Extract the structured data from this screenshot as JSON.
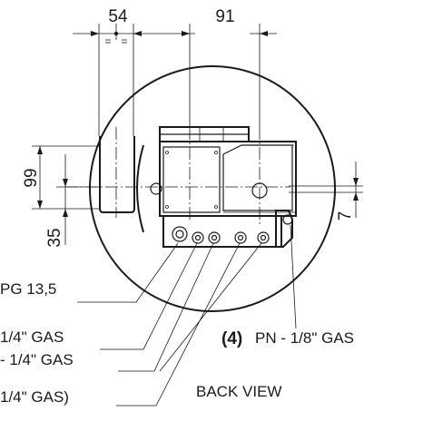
{
  "dimensions": {
    "top_left": "54",
    "top_right": "91",
    "left_upper": "99",
    "left_lower": "35",
    "right_small": "7"
  },
  "labels": {
    "pg": "PG 13,5",
    "gas1": "1/4\" GAS",
    "gas2": "- 1/4\" GAS",
    "gas3": "1/4\" GAS)",
    "pn_num": "(4)",
    "pn_text": "PN - 1/8\" GAS",
    "view": "BACK VIEW"
  },
  "colors": {
    "ink": "#1a1a1a",
    "background": "#ffffff"
  }
}
